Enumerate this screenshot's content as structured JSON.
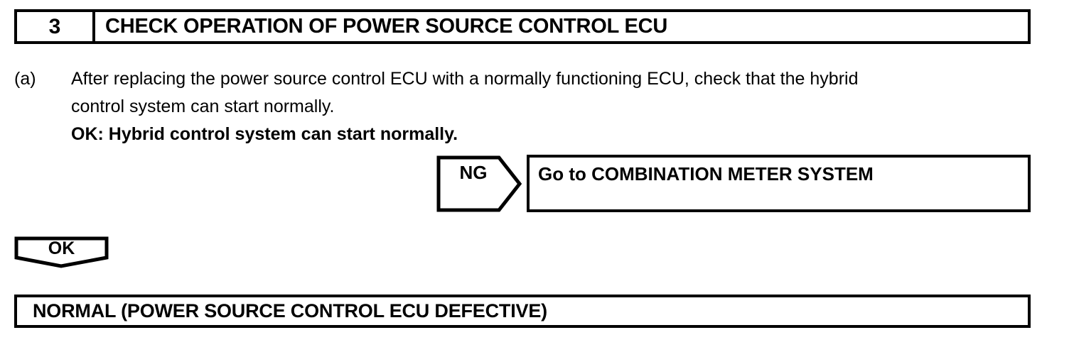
{
  "step": {
    "number": "3",
    "title": "CHECK OPERATION OF POWER SOURCE CONTROL ECU"
  },
  "instruction": {
    "marker": "(a)",
    "line1": "After replacing the power source control ECU with a normally functioning ECU, check that the hybrid",
    "line2": "control system can start normally.",
    "line3_bold": "OK: Hybrid control system can start normally."
  },
  "branches": {
    "ng": {
      "label": "NG",
      "target": "Go to COMBINATION METER SYSTEM"
    },
    "ok": {
      "label": "OK"
    }
  },
  "result": {
    "text": "NORMAL (POWER SOURCE CONTROL ECU DEFECTIVE)"
  },
  "colors": {
    "ink": "#000000",
    "paper": "#ffffff"
  }
}
